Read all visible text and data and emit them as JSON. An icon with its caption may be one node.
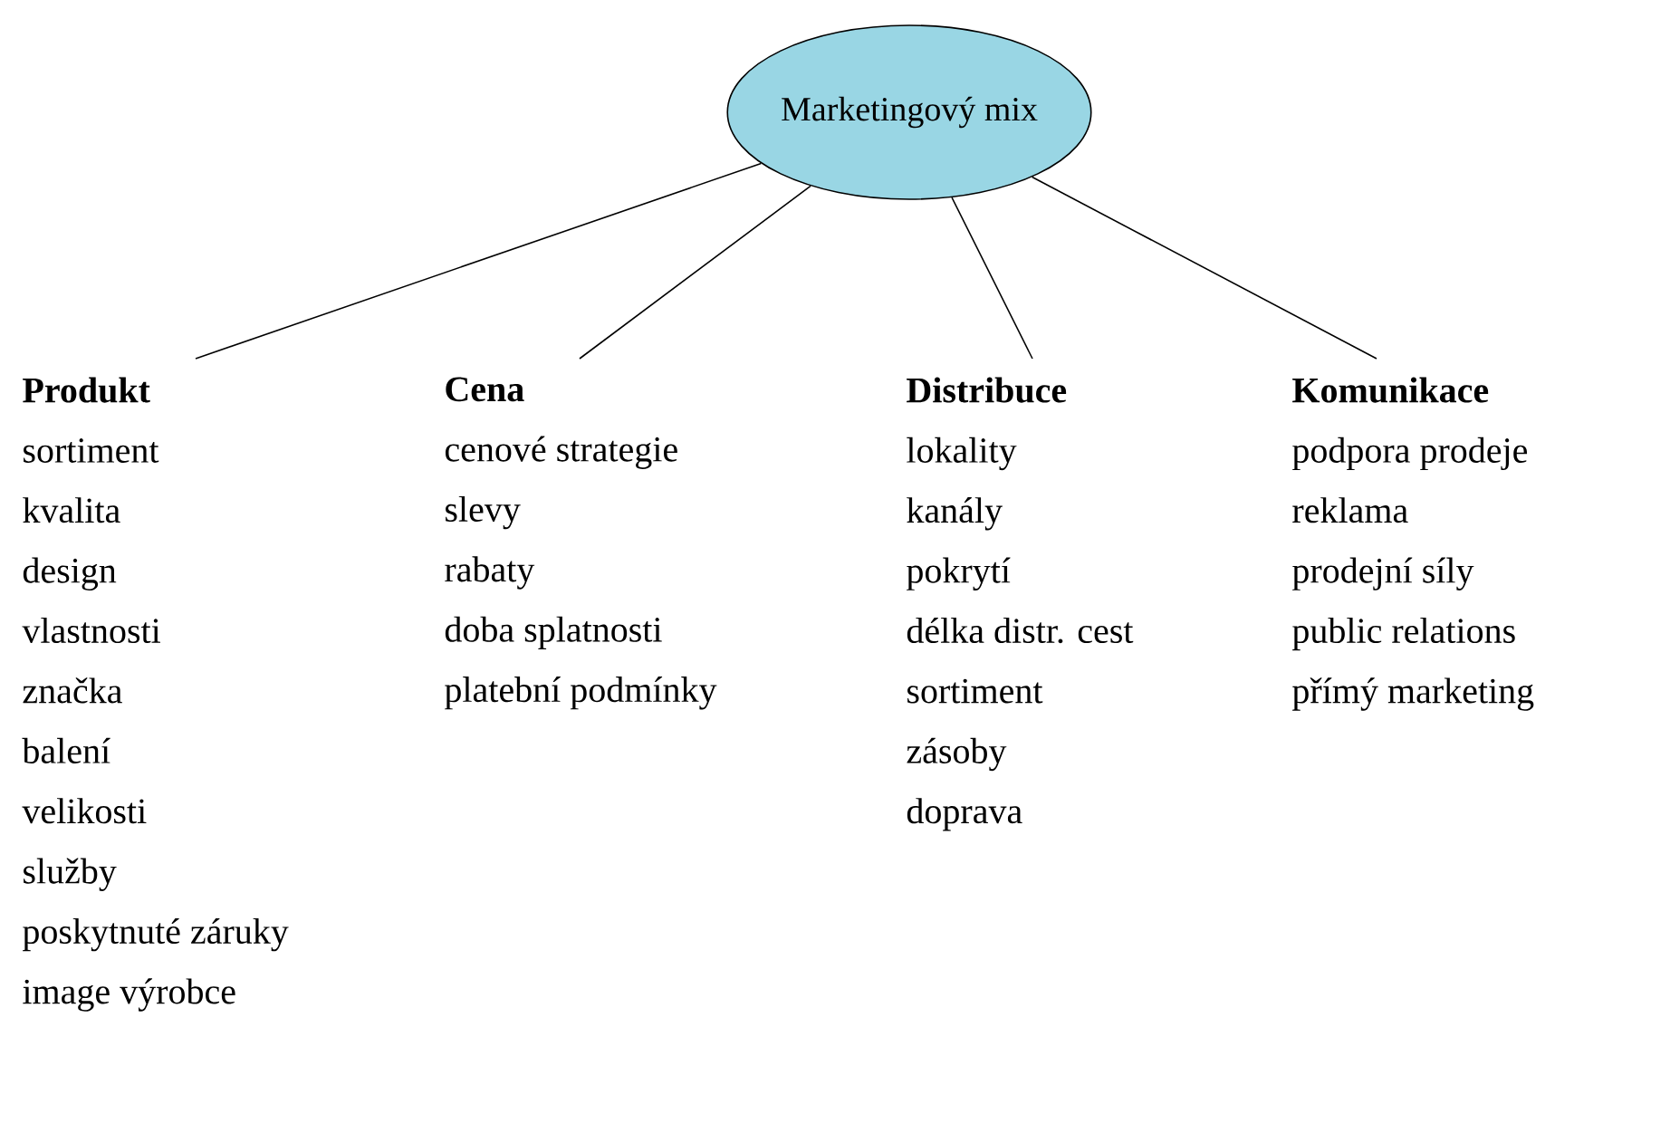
{
  "diagram": {
    "nodes": [
      {
        "text": [
          "Marketingový mix"
        ]
      },
      {
        "text": [
          "Produkt",
          "sortiment",
          "kvalita",
          "design",
          "vlastnosti",
          "značka",
          "balení",
          "velikosti",
          "služby",
          "poskytnuté záruky",
          "image výrobce"
        ]
      },
      {
        "text": [
          "Cena",
          "cenové strategie",
          "slevy",
          "rabaty",
          "doba splatnosti",
          "platební podmínky"
        ]
      },
      {
        "text": [
          "Distribuce",
          "lokality",
          "kanály",
          "pokrytí",
          "délka distr. cest",
          "sortiment",
          "zásoby",
          "doprava"
        ]
      },
      {
        "text": [
          "Komunikace",
          "podpora prodeje",
          "reklama",
          "prodejní síly",
          "public relations",
          "přímý marketing"
        ]
      }
    ],
    "edges": [
      {
        "from": 0,
        "to": 1,
        "arrow": "none"
      },
      {
        "from": 0,
        "to": 2,
        "arrow": "none"
      },
      {
        "from": 0,
        "to": 3,
        "arrow": "none"
      },
      {
        "from": 0,
        "to": 4,
        "arrow": "none"
      }
    ]
  }
}
